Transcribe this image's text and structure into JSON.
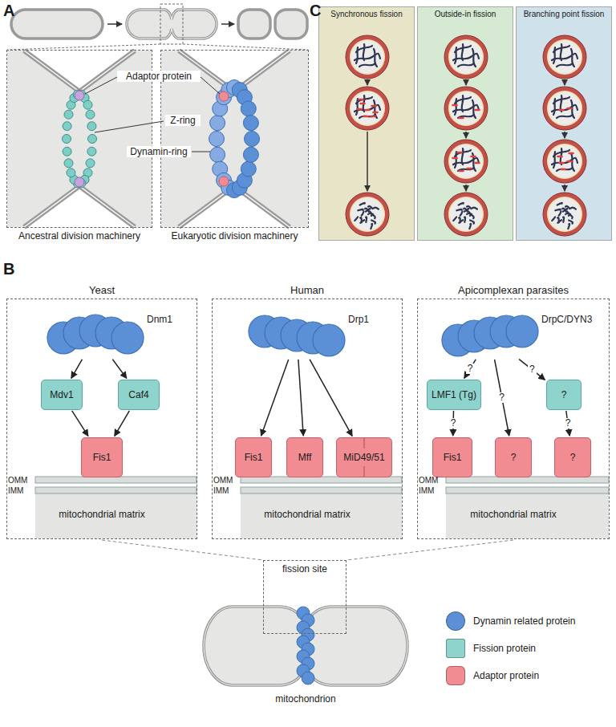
{
  "diagram": {
    "nodes": [
      {
        "text": [
          "Ancestral division machinery"
        ]
      },
      {
        "text": [
          "Eukaryotic division machinery"
        ]
      },
      {
        "text": [
          "Synchronous fission"
        ]
      },
      {
        "text": [
          "Outside-in fission"
        ]
      },
      {
        "text": [
          "Branching point fission"
        ]
      },
      {
        "text": [
          "Yeast"
        ]
      },
      {
        "text": [
          "Dnm1"
        ],
        "in": 5
      },
      {
        "text": [
          "Mdv1"
        ],
        "in": 5
      },
      {
        "text": [
          "Caf4"
        ],
        "in": 5
      },
      {
        "text": [
          "Fis1"
        ],
        "in": 5
      },
      {
        "text": [
          "Human"
        ]
      },
      {
        "text": [
          "Drp1"
        ],
        "in": 10
      },
      {
        "text": [
          "Fis1"
        ],
        "in": 10
      },
      {
        "text": [
          "Mff"
        ],
        "in": 10
      },
      {
        "text": [
          "MiD49/51"
        ],
        "in": 10
      },
      {
        "text": [
          "Apicomplexan parasites"
        ]
      },
      {
        "text": [
          "DrpC/DYN3"
        ],
        "in": 15
      },
      {
        "text": [
          "LMF1 (Tg)"
        ],
        "in": 15
      },
      {
        "text": [
          "?"
        ],
        "in": 15
      },
      {
        "text": [
          "Fis1"
        ],
        "in": 15
      },
      {
        "text": [
          "?"
        ],
        "in": 15
      },
      {
        "text": [
          "?"
        ],
        "in": 15
      },
      {
        "text": [
          "fission site"
        ]
      },
      {
        "text": [
          "mitochondrion"
        ]
      }
    ],
    "edges": [
      {
        "from": 6,
        "to": 7,
        "arrow": "to"
      },
      {
        "from": 6,
        "to": 8,
        "arrow": "to"
      },
      {
        "from": 7,
        "to": 9,
        "arrow": "to"
      },
      {
        "from": 8,
        "to": 9,
        "arrow": "to"
      },
      {
        "from": 11,
        "to": 12,
        "arrow": "to"
      },
      {
        "from": 11,
        "to": 13,
        "arrow": "to"
      },
      {
        "from": 11,
        "to": 14,
        "arrow": "to"
      },
      {
        "from": 16,
        "to": 17,
        "label": "?",
        "arrow": "to"
      },
      {
        "from": 17,
        "to": 19,
        "label": "?",
        "arrow": "to"
      },
      {
        "from": 16,
        "to": 20,
        "label": "?",
        "arrow": "to"
      },
      {
        "from": 16,
        "to": 18,
        "label": "?",
        "arrow": "to"
      },
      {
        "from": 18,
        "to": 21,
        "label": "?",
        "arrow": "to"
      }
    ],
    "labels": [
      "A",
      "Adaptor protein",
      "Z-ring",
      "Dynamin-ring",
      "C",
      "B",
      "OMM",
      "IMM",
      "mitochondrial matrix",
      "OMM",
      "IMM",
      "mitochondrial matrix",
      "OMM",
      "IMM",
      "mitochondrial matrix"
    ],
    "legend": [
      {
        "text": "Dynamin related protein",
        "color": "#5b8fd6"
      },
      {
        "text": "Fission protein",
        "color": "#8fd3cd"
      },
      {
        "text": "Adaptor protein",
        "color": "#f08c92"
      }
    ]
  }
}
